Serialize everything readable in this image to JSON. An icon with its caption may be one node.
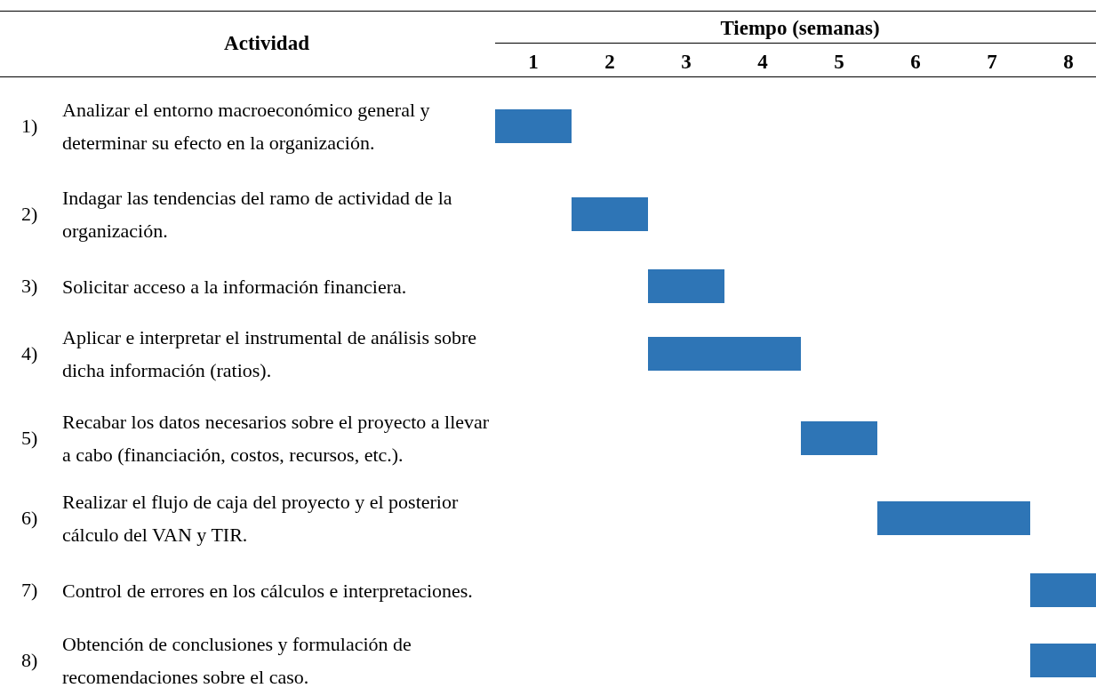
{
  "diagram": {
    "nodes": [
      {
        "text": [],
        "shape": "bar"
      },
      {
        "text": [],
        "shape": "bar"
      },
      {
        "text": [],
        "shape": "bar"
      },
      {
        "text": [],
        "shape": "bar"
      },
      {
        "text": [],
        "shape": "bar"
      },
      {
        "text": [],
        "shape": "bar"
      },
      {
        "text": [],
        "shape": "bar"
      },
      {
        "text": [],
        "shape": "bar"
      }
    ],
    "edges": [],
    "labels": [
      "Actividad",
      "Tiempo (semanas)",
      "1",
      "2",
      "3",
      "4",
      "5",
      "6",
      "7",
      "8",
      "1)",
      "Analizar el entorno macroeconómico general y determinar su efecto en la organización.",
      "2)",
      "Indagar las tendencias del ramo de actividad de la organización.",
      "3)",
      "Solicitar acceso a la información financiera.",
      "4)",
      "Aplicar e interpretar el instrumental de análisis sobre dicha información (ratios).",
      "5)",
      "Recabar los datos necesarios sobre el proyecto a llevar a cabo (financiación, costos, recursos, etc.).",
      "6)",
      "Realizar el flujo de caja del proyecto y el posterior cálculo del VAN y TIR.",
      "7)",
      "Control de errores en los cálculos e interpretaciones.",
      "8)",
      "Obtención de conclusiones y formulación de recomendaciones sobre el caso."
    ]
  }
}
